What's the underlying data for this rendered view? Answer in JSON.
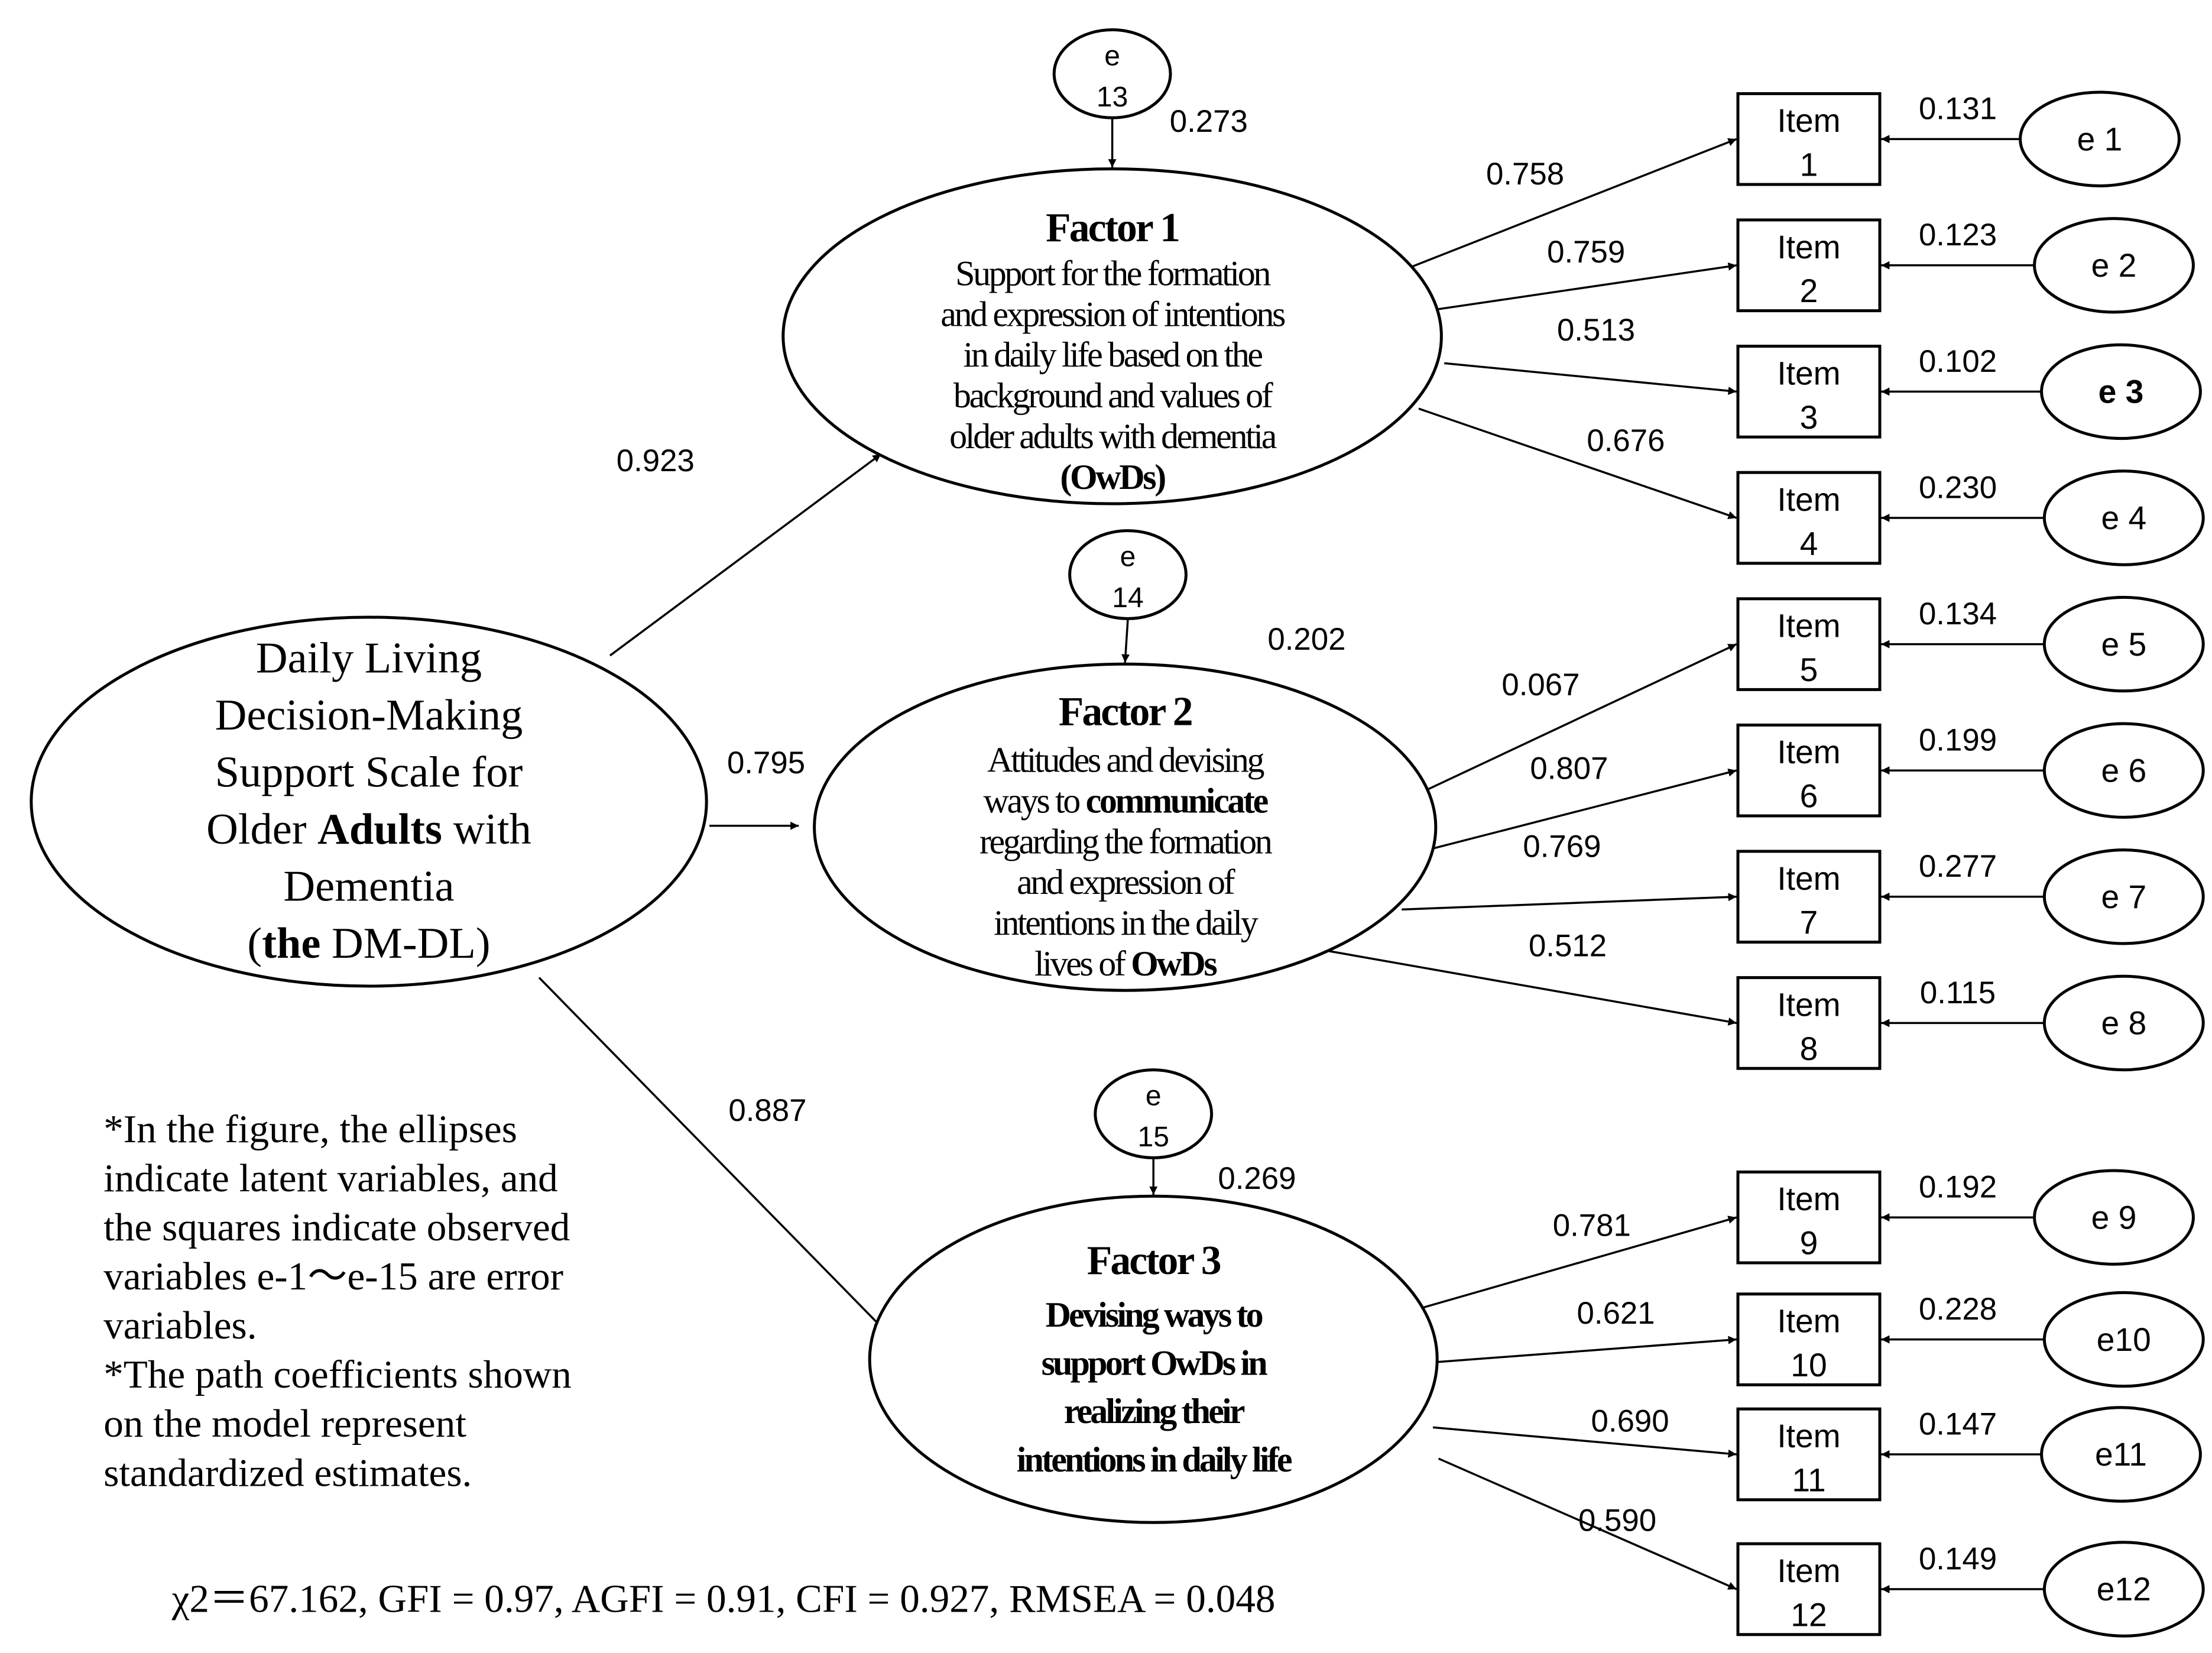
{
  "main": {
    "lines": [
      [
        {
          "t": "Daily Living",
          "b": false
        }
      ],
      [
        {
          "t": "Decision-Making",
          "b": false
        }
      ],
      [
        {
          "t": "Support Scale for",
          "b": false
        }
      ],
      [
        {
          "t": "Older ",
          "b": false
        },
        {
          "t": "Adults",
          "b": true
        },
        {
          "t": " with",
          "b": false
        }
      ],
      [
        {
          "t": "Dementia",
          "b": false
        }
      ],
      [
        {
          "t": "(",
          "b": false
        },
        {
          "t": "the",
          "b": true
        },
        {
          "t": " DM-DL)",
          "b": false
        }
      ]
    ]
  },
  "factors": [
    {
      "title": "Factor 1",
      "lines": [
        [
          {
            "t": "Support for the formation",
            "b": false
          }
        ],
        [
          {
            "t": "and expression of intentions",
            "b": false
          }
        ],
        [
          {
            "t": "in daily life based on the",
            "b": false
          }
        ],
        [
          {
            "t": "background and values of",
            "b": false
          }
        ],
        [
          {
            "t": "older adults with dementia",
            "b": false
          }
        ],
        [
          {
            "t": "(OwDs)",
            "b": true
          }
        ]
      ],
      "path_coef": "0.923",
      "error_label": [
        "e",
        "13"
      ],
      "error_coef": "0.273"
    },
    {
      "title": "Factor 2",
      "lines": [
        [
          {
            "t": "Attitudes and devising",
            "b": false
          }
        ],
        [
          {
            "t": "ways to ",
            "b": false
          },
          {
            "t": "communicate",
            "b": true
          }
        ],
        [
          {
            "t": "regarding the formation",
            "b": false
          }
        ],
        [
          {
            "t": "and expression of",
            "b": false
          }
        ],
        [
          {
            "t": "intentions in the daily",
            "b": false
          }
        ],
        [
          {
            "t": "lives of ",
            "b": false
          },
          {
            "t": "OwDs",
            "b": true
          }
        ]
      ],
      "path_coef": "0.795",
      "error_label": [
        "e",
        "14"
      ],
      "error_coef": "0.202"
    },
    {
      "title": "Factor 3",
      "lines": [
        [
          {
            "t": "Devising ways to",
            "b": true
          }
        ],
        [
          {
            "t": "support OwDs in",
            "b": true
          }
        ],
        [
          {
            "t": "realizing their",
            "b": true
          }
        ],
        [
          {
            "t": "intentions in daily life",
            "b": true
          }
        ]
      ],
      "path_coef": "0.887",
      "error_label": [
        "e",
        "15"
      ],
      "error_coef": "0.269"
    }
  ],
  "items": [
    {
      "line1": "Item",
      "line2": "1",
      "loading": "0.758",
      "error": "e 1",
      "error_bold": false,
      "error_coef": "0.131"
    },
    {
      "line1": "Item",
      "line2": "2",
      "loading": "0.759",
      "error": "e 2",
      "error_bold": false,
      "error_coef": "0.123"
    },
    {
      "line1": "Item",
      "line2": "3",
      "loading": "0.513",
      "error": "e 3",
      "error_bold": true,
      "error_coef": "0.102"
    },
    {
      "line1": "Item",
      "line2": "4",
      "loading": "0.676",
      "error": "e 4",
      "error_bold": false,
      "error_coef": "0.230"
    },
    {
      "line1": "Item",
      "line2": "5",
      "loading": "0.067",
      "error": "e 5",
      "error_bold": false,
      "error_coef": "0.134"
    },
    {
      "line1": "Item",
      "line2": "6",
      "loading": "0.807",
      "error": "e 6",
      "error_bold": false,
      "error_coef": "0.199"
    },
    {
      "line1": "Item",
      "line2": "7",
      "loading": "0.769",
      "error": "e 7",
      "error_bold": false,
      "error_coef": "0.277"
    },
    {
      "line1": "Item",
      "line2": "8",
      "loading": "0.512",
      "error": "e 8",
      "error_bold": false,
      "error_coef": "0.115"
    },
    {
      "line1": "Item",
      "line2": "9",
      "loading": "0.781",
      "error": "e 9",
      "error_bold": false,
      "error_coef": "0.192"
    },
    {
      "line1": "Item",
      "line2": "10",
      "loading": "0.621",
      "error": "e10",
      "error_bold": false,
      "error_coef": "0.228"
    },
    {
      "line1": "Item",
      "line2": "11",
      "loading": "0.690",
      "error": "e11",
      "error_bold": false,
      "error_coef": "0.147"
    },
    {
      "line1": "Item",
      "line2": "12",
      "loading": "0.590",
      "error": "e12",
      "error_bold": false,
      "error_coef": "0.149"
    }
  ],
  "note": {
    "lines": [
      "*In the figure, the ellipses",
      "indicate latent variables, and",
      "the squares indicate observed",
      "variables e-1〜e-15  are error",
      "variables.",
      " *The path coefficients shown",
      "on the model represent",
      "standardized estimates."
    ]
  },
  "fit": "χ2＝67.162, GFI = 0.97, AGFI = 0.91, CFI = 0.927, RMSEA = 0.048"
}
